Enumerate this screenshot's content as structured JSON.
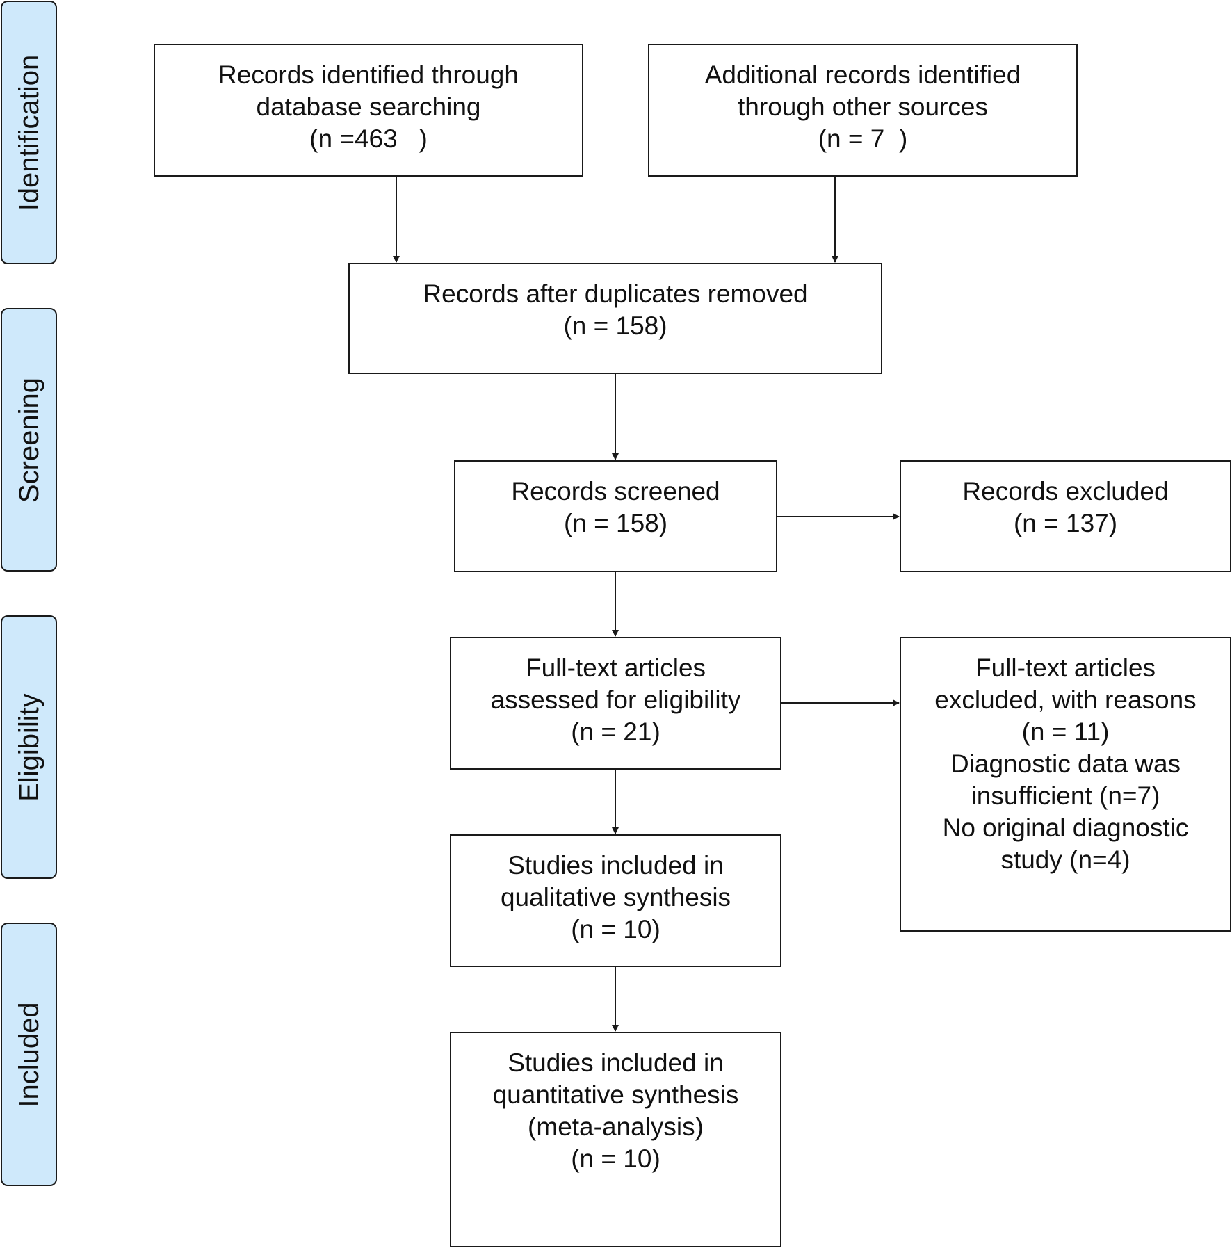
{
  "stages": {
    "identification": "Identification",
    "screening": "Screening",
    "eligibility": "Eligibility",
    "included": "Included"
  },
  "boxes": {
    "database": [
      "Records identified through",
      "database searching",
      "(n =463   )"
    ],
    "other_sources": [
      "Additional records identified",
      "through other sources",
      "(n = 7  )"
    ],
    "after_duplicates": [
      "Records after duplicates removed",
      "(n = 158)"
    ],
    "screened": [
      "Records screened",
      "(n = 158)"
    ],
    "excluded": [
      "Records excluded",
      "(n = 137)"
    ],
    "fulltext_assessed": [
      "Full-text articles",
      "assessed for eligibility",
      "(n = 21)"
    ],
    "fulltext_excluded": [
      "Full-text articles",
      "excluded, with reasons",
      "(n = 11)",
      "Diagnostic data was",
      "insufficient (n=7)",
      "No original diagnostic",
      "study (n=4)"
    ],
    "qualitative": [
      "Studies included in",
      "qualitative synthesis",
      "(n = 10)"
    ],
    "quantitative": [
      "Studies included in",
      "quantitative synthesis",
      "(meta-analysis)",
      "(n = 10)"
    ]
  }
}
